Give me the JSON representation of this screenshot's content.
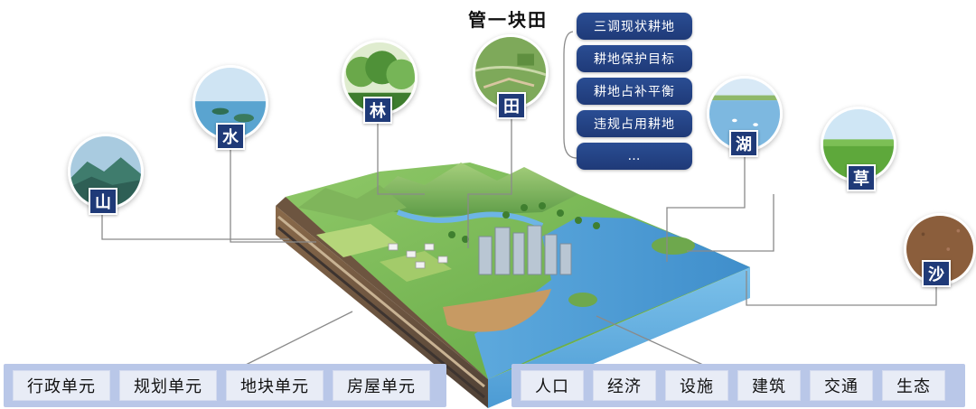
{
  "heading": "管一块田",
  "elements": {
    "mountain": "山",
    "water": "水",
    "forest": "林",
    "field": "田",
    "lake": "湖",
    "grass": "草",
    "sand": "沙"
  },
  "field_items": [
    "三调现状耕地",
    "耕地保护目标",
    "耕地占补平衡",
    "违规占用耕地",
    "…"
  ],
  "admin_units": [
    "行政单元",
    "规划单元",
    "地块单元",
    "房屋单元"
  ],
  "attributes": [
    "人口",
    "经济",
    "设施",
    "建筑",
    "交通",
    "生态"
  ]
}
